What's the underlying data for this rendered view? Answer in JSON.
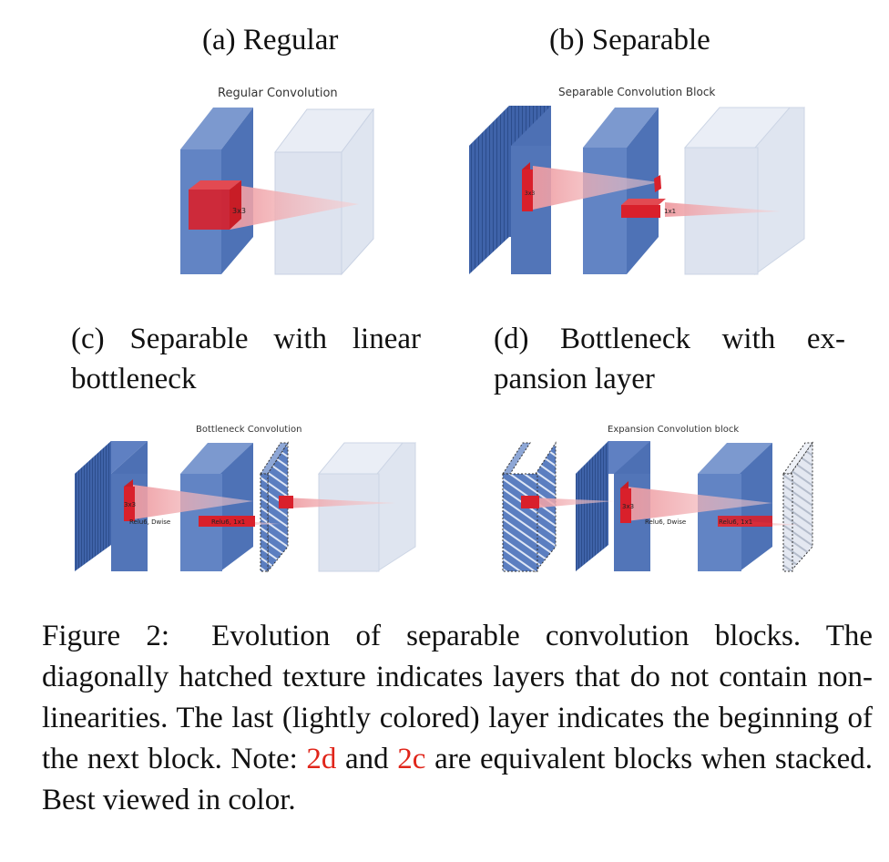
{
  "panels": {
    "a": {
      "label": "(a) Regular",
      "title": "Regular Convolution",
      "kernel_label": "3x3"
    },
    "b": {
      "label": "(b) Separable",
      "title": "Separable Convolution Block",
      "kernel_label_1": "3x3",
      "kernel_label_2": "1x1"
    },
    "c": {
      "label_line1": "(c) Separable with linear",
      "label_line2": "bottleneck",
      "title": "Bottleneck Convolution",
      "kernel_label": "3x3",
      "dwise_label": "Relu6, Dwise",
      "pw_label": "Relu6, 1x1"
    },
    "d": {
      "label_line1": "(d) Bottleneck with ex-",
      "label_line2": "pansion layer",
      "title": "Expansion Convolution block",
      "kernel_label": "3x3",
      "dwise_label": "Relu6, Dwise",
      "pw_label": "Relu6, 1x1"
    }
  },
  "caption": {
    "prefix": "Figure 2:",
    "text_1": "Evolution of separable convolution blocks. The diagonally hatched texture indicates layers that do not contain non-linearities. The last (lightly colored) layer indicates the beginning of the next block. Note:",
    "ref_1": "2d",
    "and": "and",
    "ref_2": "2c",
    "text_2": "are equivalent blocks when stacked. Best viewed in color."
  },
  "colors": {
    "layer_blue": "#5b7ec0",
    "layer_dark_blue": "#3d62a8",
    "next_block_light": "#dde3ef",
    "kernel_red": "#d9202b",
    "projection_pink": "#f3b7ba"
  }
}
